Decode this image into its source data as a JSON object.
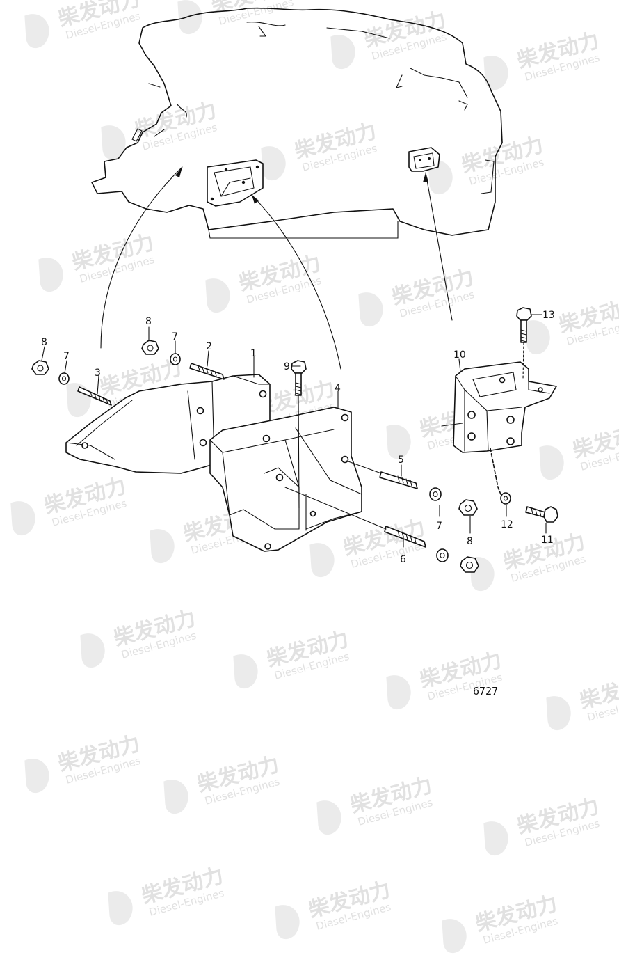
{
  "figure": {
    "code": "6727"
  },
  "callouts": [
    "1",
    "2",
    "3",
    "4",
    "5",
    "6",
    "7",
    "7",
    "7",
    "8",
    "8",
    "8",
    "9",
    "10",
    "11",
    "12",
    "13"
  ],
  "watermark": {
    "text_cn": "柴发动力",
    "text_en": "Diesel-Engines"
  }
}
